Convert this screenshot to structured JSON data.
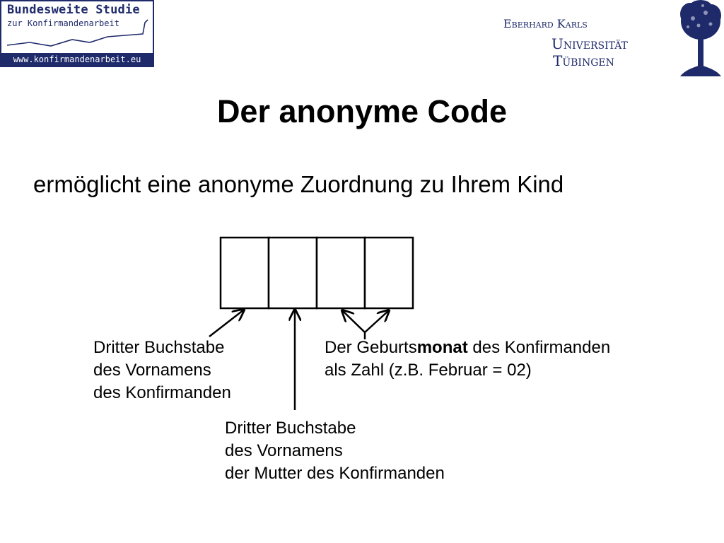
{
  "logo_left": {
    "line1": "Bundesweite Studie",
    "line2": "zur Konfirmandenarbeit",
    "url": "www.konfirmandenarbeit.eu"
  },
  "logo_right": {
    "line1": "Eberhard Karls",
    "line2": "Universität",
    "line3": "Tübingen"
  },
  "title": "Der anonyme Code",
  "subtitle": "ermöglicht eine anonyme Zuordnung zu Ihrem Kind",
  "code_boxes": 4,
  "labels": {
    "first_letter_child": [
      "Dritter Buchstabe",
      "des Vornamens",
      "des Konfirmanden"
    ],
    "birth_month": {
      "line1_pre": "Der Geburts",
      "line1_bold": "monat",
      "line1_post": " des Konfirmanden",
      "line2": "als Zahl (z.B. Februar = 02)"
    },
    "mother_letter": [
      "Dritter Buchstabe",
      "des Vornamens",
      "der Mutter des Konfirmanden"
    ]
  },
  "colors": {
    "brand_blue": "#1f2a6b"
  }
}
